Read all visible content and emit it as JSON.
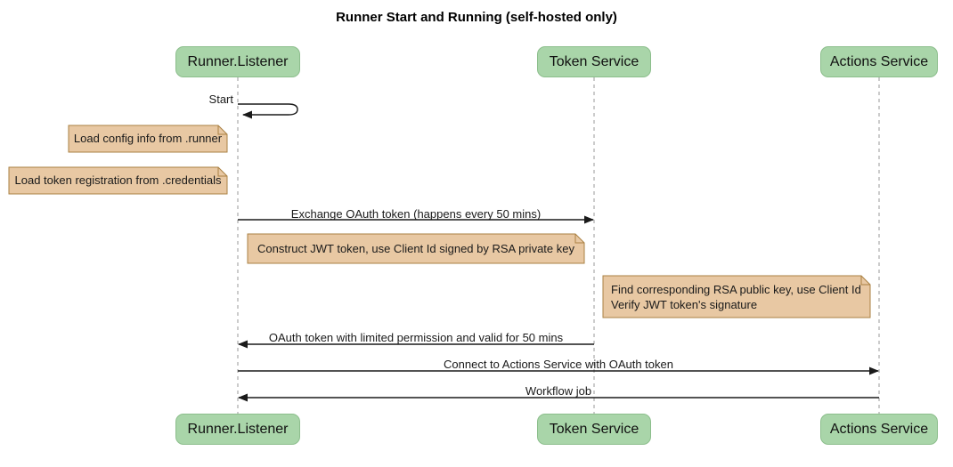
{
  "title": "Runner Start and Running (self-hosted only)",
  "participants": [
    {
      "label": "Runner.Listener"
    },
    {
      "label": "Token Service"
    },
    {
      "label": "Actions Service"
    }
  ],
  "messages": [
    {
      "from": "Runner.Listener",
      "to": "Runner.Listener",
      "kind": "self",
      "label": "Start"
    },
    {
      "from": "Runner.Listener",
      "to": "Token Service",
      "kind": "solid-arrow",
      "label": "Exchange OAuth token (happens every 50 mins)"
    },
    {
      "from": "Token Service",
      "to": "Runner.Listener",
      "kind": "solid-arrow",
      "label": "OAuth token with limited permission and valid for 50 mins"
    },
    {
      "from": "Runner.Listener",
      "to": "Actions Service",
      "kind": "solid-arrow",
      "label": "Connect to Actions Service with OAuth token"
    },
    {
      "from": "Actions Service",
      "to": "Runner.Listener",
      "kind": "solid-arrow",
      "label": "Workflow job"
    }
  ],
  "notes": [
    {
      "position": "left of Runner.Listener",
      "text": "Load config info from .runner"
    },
    {
      "position": "left of Runner.Listener",
      "text": "Load token registration from .credentials"
    },
    {
      "position": "over Runner.Listener and Token Service",
      "text": "Construct JWT token, use Client Id signed by RSA private key"
    },
    {
      "position": "right of Token Service",
      "lines": [
        "Find corresponding RSA public key, use Client Id",
        "Verify JWT token's signature"
      ]
    }
  ],
  "colors": {
    "background": "#FFFFFF",
    "participant_fill": "#A9D5A9",
    "participant_border": "#8CBE8C",
    "note_fill": "#E8C8A3",
    "note_border": "#AA8143",
    "lifeline": "#999999",
    "arrow": "#1A1A1A",
    "text": "#1A1A1A"
  }
}
